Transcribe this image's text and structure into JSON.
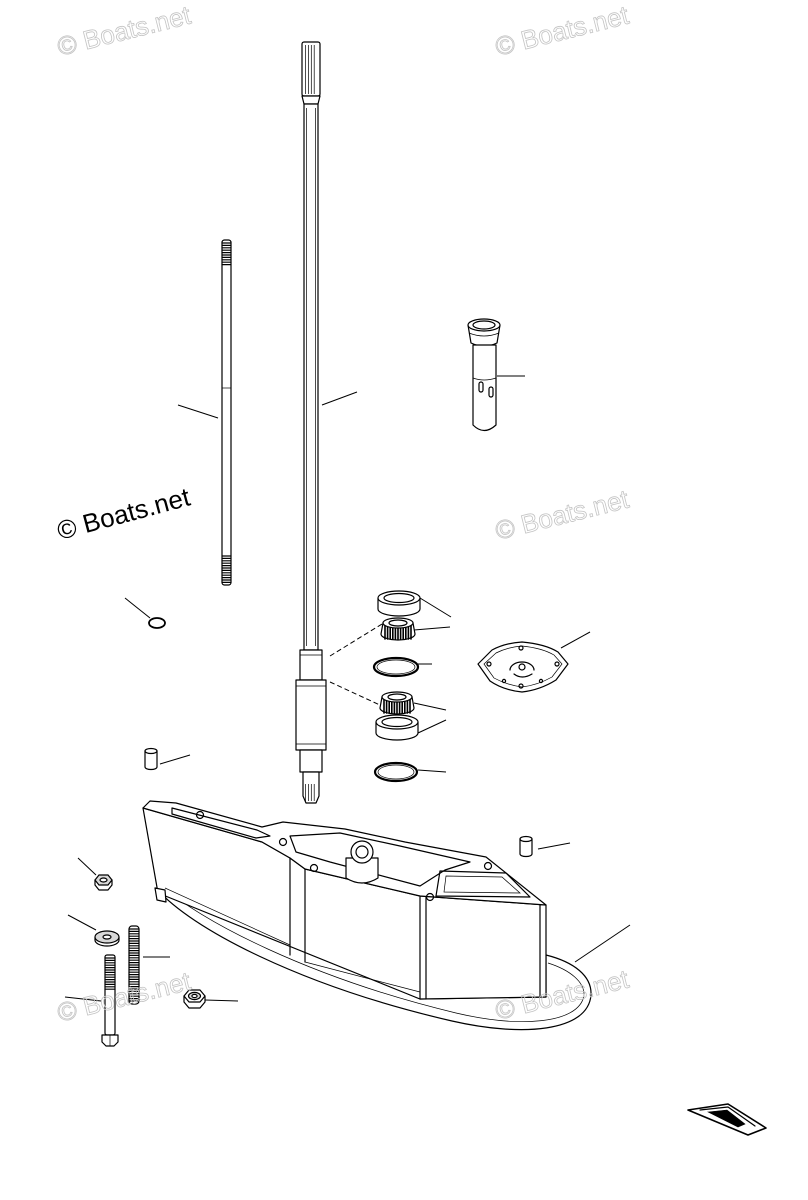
{
  "watermarks": [
    "© Boats.net",
    "© Boats.net",
    "© Boats.net",
    "© Boats.net",
    "© Boats.net"
  ],
  "copyright_label": "© Boats.net",
  "logo": {
    "icon": "boats-net-logo-icon"
  },
  "colors": {
    "line": "#000000",
    "watermark": "#c4c4c4",
    "copyright": "#000000",
    "background": "#ffffff"
  }
}
